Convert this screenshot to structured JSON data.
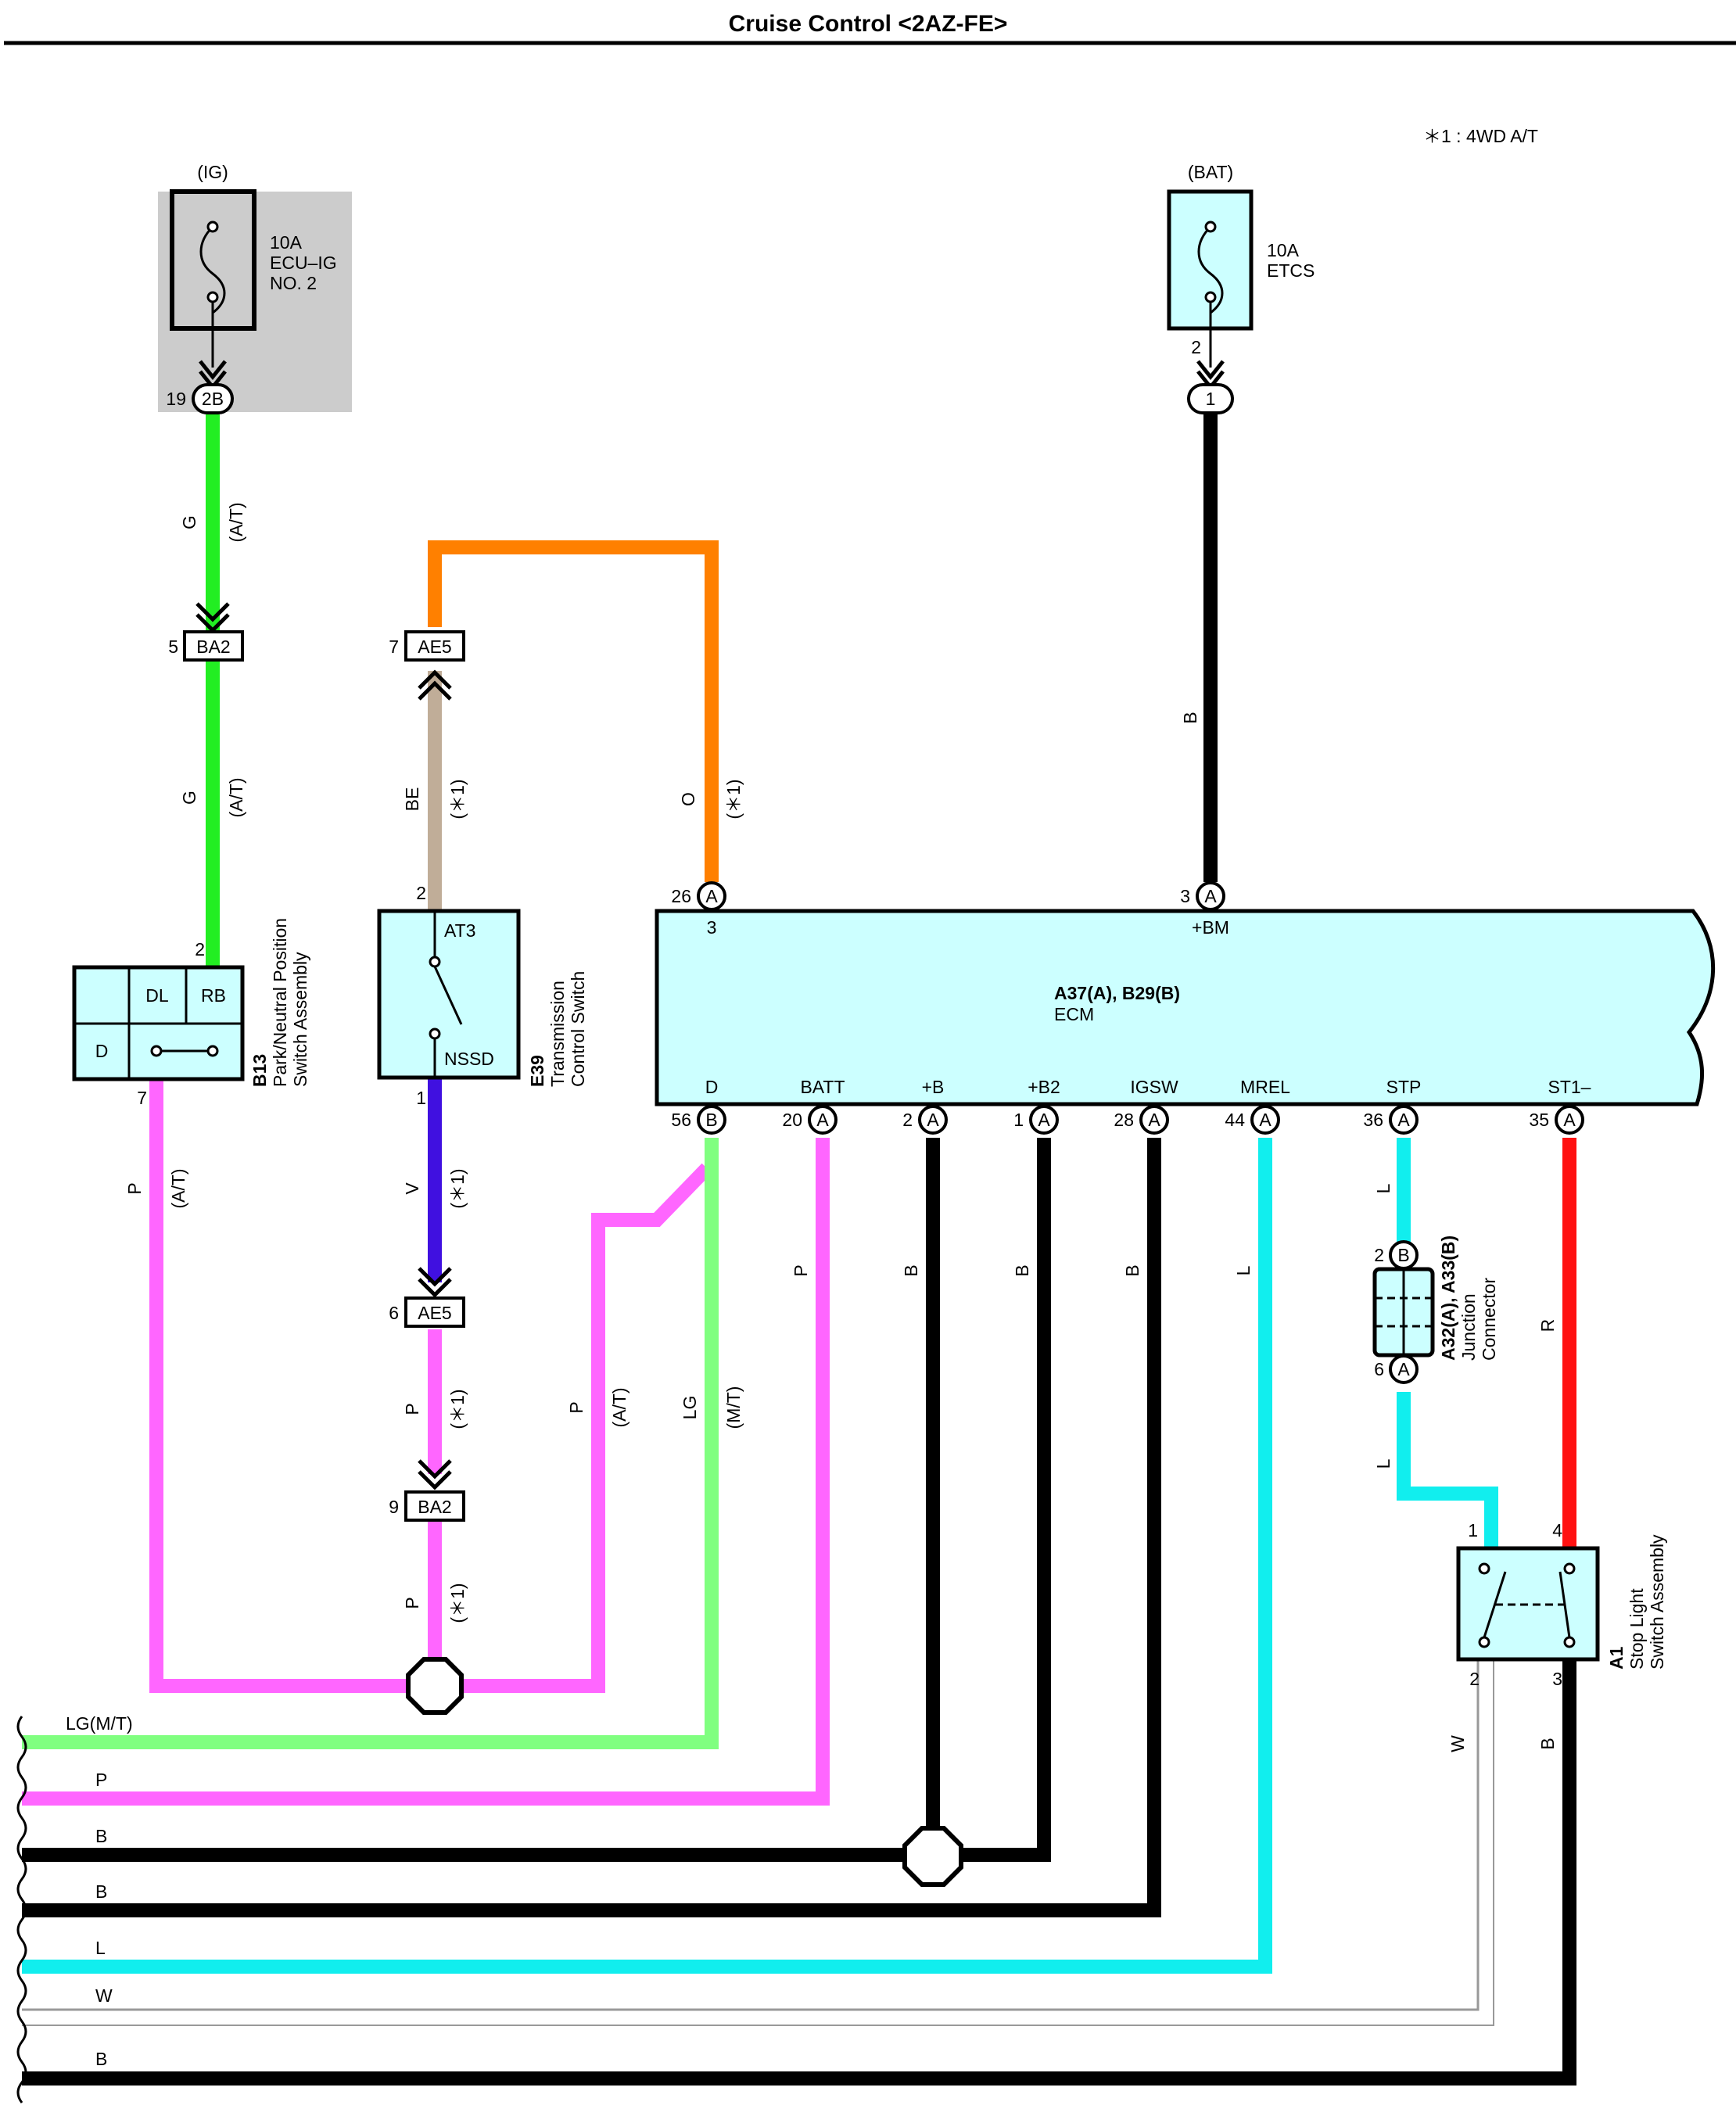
{
  "title": "Cruise Control <2AZ-FE>",
  "note": "＊1 : 4WD A/T",
  "colors": {
    "G": "#22ee22",
    "O": "#ff8000",
    "BE": "#c0ad98",
    "B": "#000000",
    "P": "#ff66ff",
    "V": "#4010e0",
    "LG": "#80ff80",
    "L": "#11eeee",
    "R": "#ff1111",
    "W": "#999999",
    "component_fill": "#ccffff",
    "ig_shade": "#cccccc"
  },
  "fuses": {
    "ig": {
      "supply": "(IG)",
      "rating": "10A",
      "name1": "ECU–IG",
      "name2": "NO. 2",
      "pin": "19",
      "connector": "2B"
    },
    "bat": {
      "supply": "(BAT)",
      "rating": "10A",
      "name": "ETCS",
      "pin": "2",
      "connector": "1"
    }
  },
  "connectors": {
    "ba2_upper": {
      "pin": "5",
      "name": "BA2"
    },
    "ae5_upper": {
      "pin": "7",
      "name": "AE5"
    },
    "ae5_lower": {
      "pin": "6",
      "name": "AE5"
    },
    "ba2_lower": {
      "pin": "9",
      "name": "BA2"
    }
  },
  "components": {
    "b13": {
      "code": "B13",
      "name1": "Park/Neutral Position",
      "name2": "Switch Assembly",
      "t_dl": "DL",
      "t_rb": "RB",
      "t_d": "D",
      "pin_top": "2",
      "pin_bottom": "7"
    },
    "e39": {
      "code": "E39",
      "name1": "Transmission",
      "name2": "Control Switch",
      "t_at3": "AT3",
      "t_nssd": "NSSD",
      "pin_top": "2",
      "pin_bottom": "1"
    },
    "ecm": {
      "code": "A37(A), B29(B)",
      "name": "ECM",
      "top_pins": [
        {
          "num": "26",
          "conn": "A",
          "inner": "3"
        },
        {
          "num": "3",
          "conn": "A",
          "inner": "+BM"
        }
      ],
      "bottom_pins": [
        {
          "num": "56",
          "conn": "B",
          "label": "D"
        },
        {
          "num": "20",
          "conn": "A",
          "label": "BATT"
        },
        {
          "num": "2",
          "conn": "A",
          "label": "+B"
        },
        {
          "num": "1",
          "conn": "A",
          "label": "+B2"
        },
        {
          "num": "28",
          "conn": "A",
          "label": "IGSW"
        },
        {
          "num": "44",
          "conn": "A",
          "label": "MREL"
        },
        {
          "num": "36",
          "conn": "A",
          "label": "STP"
        },
        {
          "num": "35",
          "conn": "A",
          "label": "ST1–"
        }
      ]
    },
    "jc": {
      "code": "A32(A), A33(B)",
      "name1": "Junction",
      "name2": "Connector",
      "pin_top": "2",
      "conn_top": "B",
      "pin_bottom": "6",
      "conn_bottom": "A"
    },
    "a1": {
      "code": "A1",
      "name1": "Stop Light",
      "name2": "Switch Assembly",
      "pin1": "1",
      "pin4": "4",
      "pin2": "2",
      "pin3": "3"
    }
  },
  "wire_labels": {
    "g1": {
      "color": "G",
      "variant": "(A/T)"
    },
    "g2": {
      "color": "G",
      "variant": "(A/T)"
    },
    "be": {
      "color": "BE",
      "variant": "(＊1)"
    },
    "o": {
      "color": "O",
      "variant": "(＊1)"
    },
    "b_bm": {
      "color": "B"
    },
    "p_b13": {
      "color": "P",
      "variant": "(A/T)"
    },
    "v": {
      "color": "V",
      "variant": "(＊1)"
    },
    "p_ae5": {
      "color": "P",
      "variant": "(＊1)"
    },
    "p_ba2": {
      "color": "P",
      "variant": "(＊1)"
    },
    "p_at": {
      "color": "P",
      "variant": "(A/T)"
    },
    "lg": {
      "color": "LG",
      "variant": "(M/T)"
    },
    "p_batt": {
      "color": "P"
    },
    "b_pb": {
      "color": "B"
    },
    "b_pb2": {
      "color": "B"
    },
    "b_igsw": {
      "color": "B"
    },
    "l_mrel": {
      "color": "L"
    },
    "l_stp1": {
      "color": "L"
    },
    "l_stp2": {
      "color": "L"
    },
    "r": {
      "color": "R"
    },
    "w_a1": {
      "color": "W"
    },
    "b_a1": {
      "color": "B"
    }
  },
  "continuation_labels": [
    "LG(M/T)",
    "P",
    "B",
    "B",
    "L",
    "W",
    "B"
  ]
}
